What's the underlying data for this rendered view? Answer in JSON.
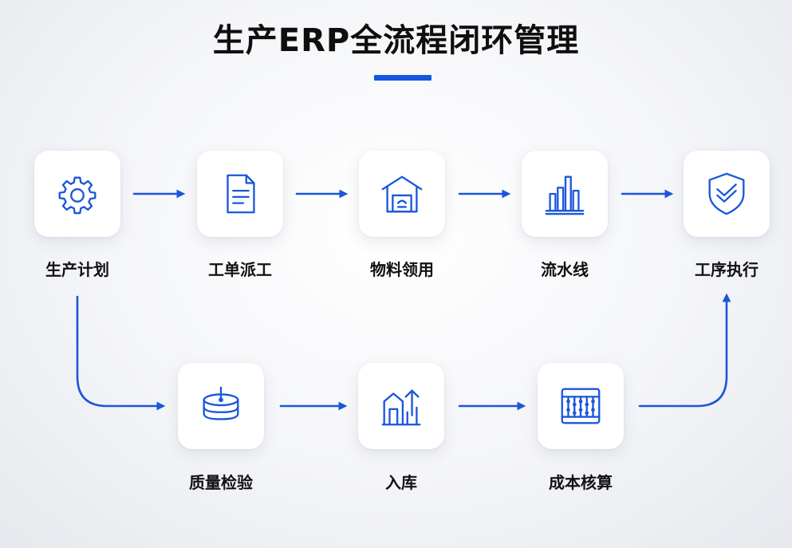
{
  "title": "生产ERP全流程闭环管理",
  "accent_color": "#1a56db",
  "steps": [
    {
      "id": "plan",
      "label": "生产计划",
      "icon": "gear-icon"
    },
    {
      "id": "dispatch",
      "label": "工单派工",
      "icon": "document-icon"
    },
    {
      "id": "material",
      "label": "物料领用",
      "icon": "warehouse-icon"
    },
    {
      "id": "line",
      "label": "流水线",
      "icon": "bar-chart-icon"
    },
    {
      "id": "execute",
      "label": "工序执行",
      "icon": "shield-check-icon"
    },
    {
      "id": "quality",
      "label": "质量检验",
      "icon": "stacked-disk-icon"
    },
    {
      "id": "storage",
      "label": "入库",
      "icon": "warehouse-upload-icon"
    },
    {
      "id": "cost",
      "label": "成本核算",
      "icon": "abacus-icon"
    }
  ]
}
